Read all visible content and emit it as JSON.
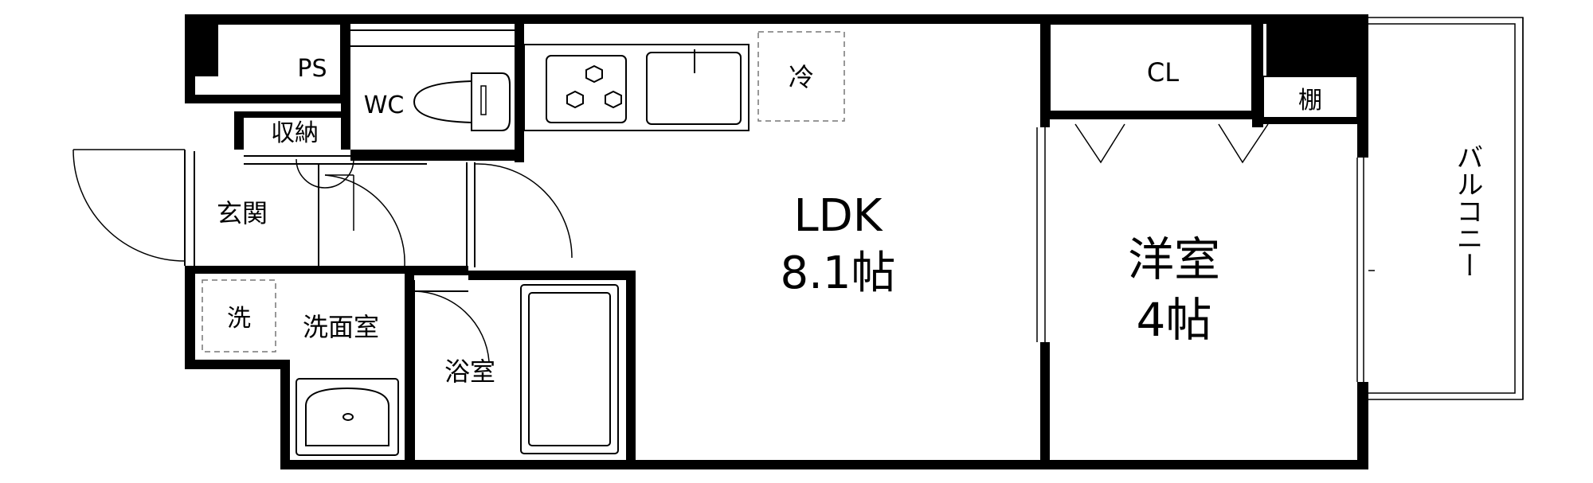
{
  "rooms": {
    "ldk": {
      "name": "LDK",
      "size": "8.1帖"
    },
    "western": {
      "name": "洋室",
      "size": "4帖"
    }
  },
  "labels": {
    "ps": "PS",
    "wc": "WC",
    "storage": "収納",
    "entrance": "玄関",
    "washer": "洗",
    "washroom": "洗面室",
    "bathroom": "浴室",
    "fridge": "冷",
    "closet": "CL",
    "shelf": "棚",
    "balcony": "バルコニー"
  },
  "colors": {
    "wall": "#000000",
    "background": "#ffffff",
    "dashed": "#777777"
  }
}
